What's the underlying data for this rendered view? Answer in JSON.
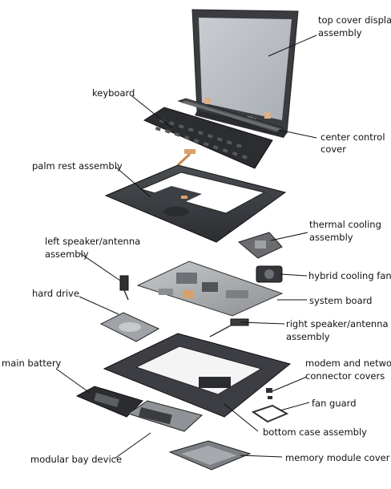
{
  "labels": {
    "top_cover_display": [
      "top cover display",
      "assembly"
    ],
    "keyboard": "keyboard",
    "center_control_cover": [
      "center control",
      "cover"
    ],
    "palm_rest": "palm rest assembly",
    "thermal_cooling": [
      "thermal cooling",
      "assembly"
    ],
    "left_speaker": [
      "left speaker/antenna",
      "assembly"
    ],
    "hybrid_cooling_fan": "hybrid cooling fan",
    "hard_drive": "hard drive",
    "system_board": "system board",
    "right_speaker": [
      "right speaker/antenna",
      "assembly"
    ],
    "main_battery": "main battery",
    "modem_network": [
      "modem and network",
      "connector covers"
    ],
    "fan_guard": "fan guard",
    "bottom_case": "bottom case assembly",
    "modular_bay": "modular bay device",
    "memory_cover": "memory module cover"
  },
  "brand": "DELL"
}
